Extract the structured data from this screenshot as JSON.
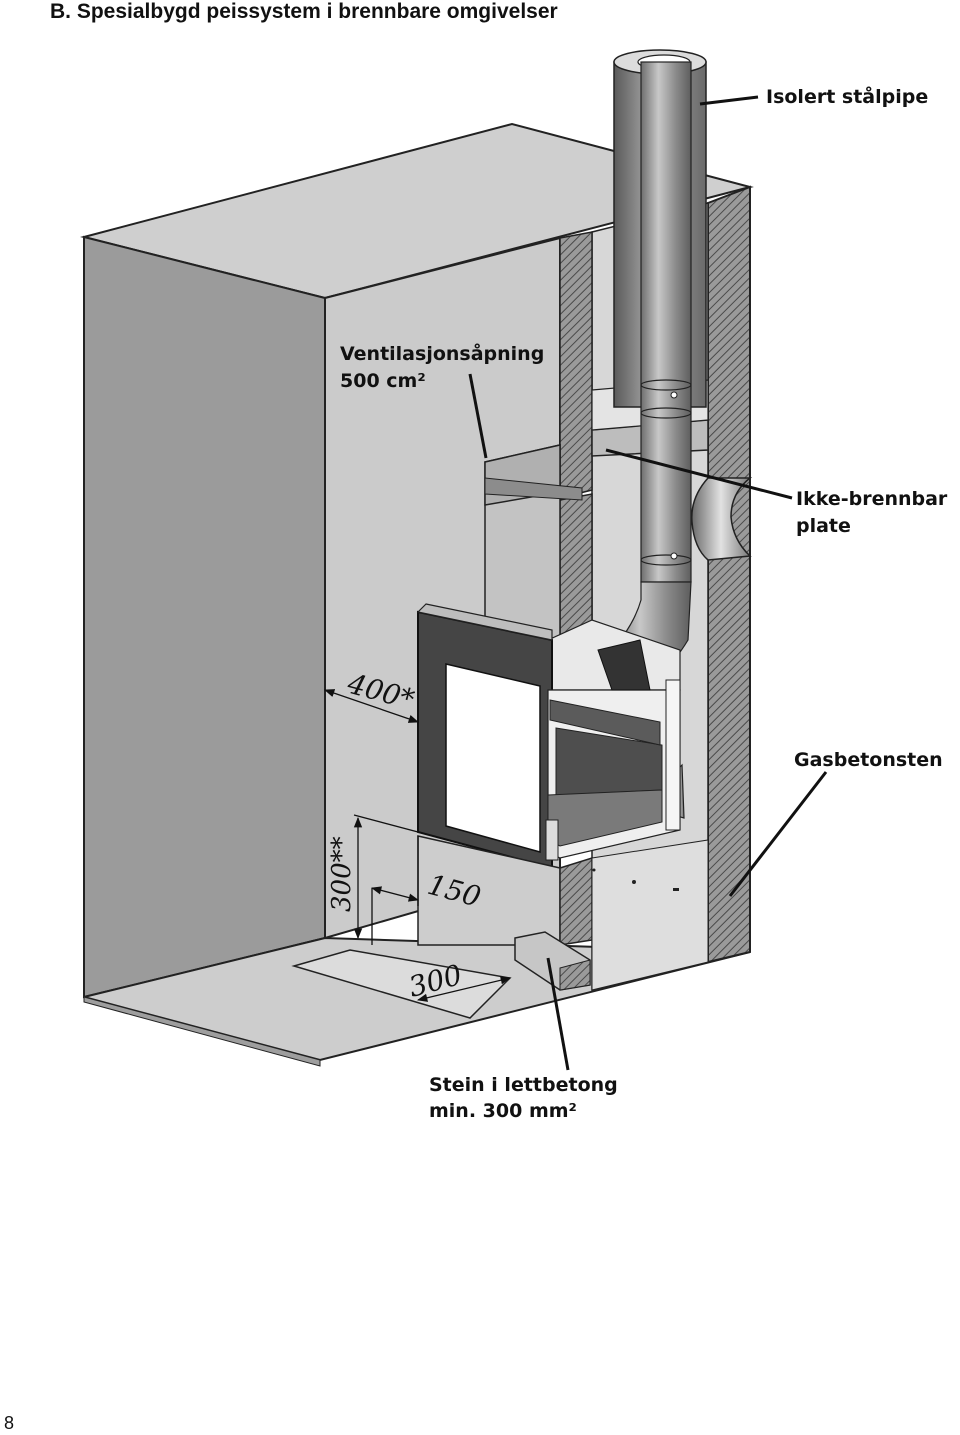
{
  "title": "B. Spesialbygd peissystem i brennbare omgivelser",
  "page_number": "8",
  "labels": {
    "chimney": "Isolert stålpipe",
    "vent_line1": "Ventilasjonsåpning",
    "vent_line2": "500 cm²",
    "plate_line1": "Ikke-brennbar",
    "plate_line2": "plate",
    "gas_concrete": "Gasbetonsten",
    "stone_line1": "Stein i lettbetong",
    "stone_line2": "min. 300 mm²"
  },
  "dimensions": {
    "side_clearance": "400*",
    "floor_height": "300**",
    "front_depth": "150",
    "floor_plate": "300"
  }
}
